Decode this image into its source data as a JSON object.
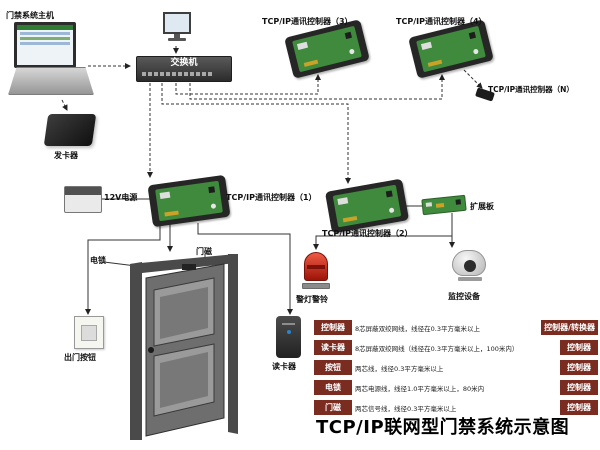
{
  "diagram": {
    "title": "TCP/IP联网型门禁系统示意图",
    "nodes": {
      "host": "门禁系统主机",
      "card_issuer": "发卡器",
      "switch": "交换机",
      "ctrl1": "TCP/IP通讯控制器（1）",
      "ctrl2": "TCP/IP通讯控制器（2）",
      "ctrl3": "TCP/IP通讯控制器（3）",
      "ctrl4": "TCP/IP通讯控制器（4）",
      "ctrlN": "TCP/IP通讯控制器（N）",
      "power": "12V电源",
      "expansion": "扩展板",
      "alarm": "警灯警铃",
      "camera": "监控设备",
      "lock": "电锁",
      "door_sensor": "门磁",
      "exit_button": "出门按钮",
      "reader": "读卡器"
    },
    "table": {
      "rows": [
        {
          "item": "控制器",
          "spec": "8芯屏蔽双绞网线，线径在0.3平方毫米以上",
          "to": "控制器/转换器"
        },
        {
          "item": "读卡器",
          "spec": "8芯屏蔽双绞网线（线径在0.3平方毫米以上，100米内）",
          "to": "控制器"
        },
        {
          "item": "按钮",
          "spec": "两芯线，线径0.3平方毫米以上",
          "to": "控制器"
        },
        {
          "item": "电锁",
          "spec": "两芯电源线，线径1.0平方毫米以上，80米内",
          "to": "控制器"
        },
        {
          "item": "门磁",
          "spec": "两芯信号线，线径0.3平方毫米以上",
          "to": "控制器"
        }
      ]
    },
    "colors": {
      "table_block": "#7b2c20",
      "pcb_green": "#3f8a3c",
      "alarm_red": "#cc2a1e",
      "line": "#333333"
    }
  }
}
